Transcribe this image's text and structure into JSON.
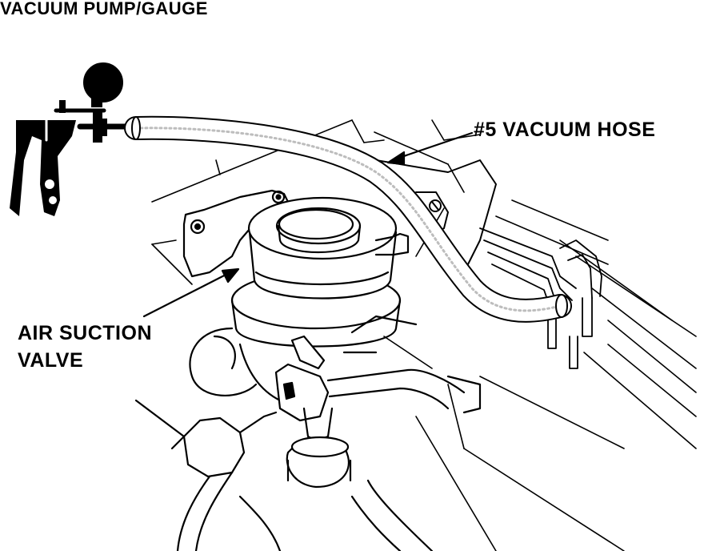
{
  "labels": {
    "pump": "VACUUM PUMP/GAUGE",
    "hose": "#5 VACUUM HOSE",
    "valve_line1": "AIR SUCTION",
    "valve_line2": "VALVE"
  },
  "colors": {
    "ink": "#000000",
    "paper": "#ffffff",
    "hose_shade": "#bdbdbd"
  }
}
